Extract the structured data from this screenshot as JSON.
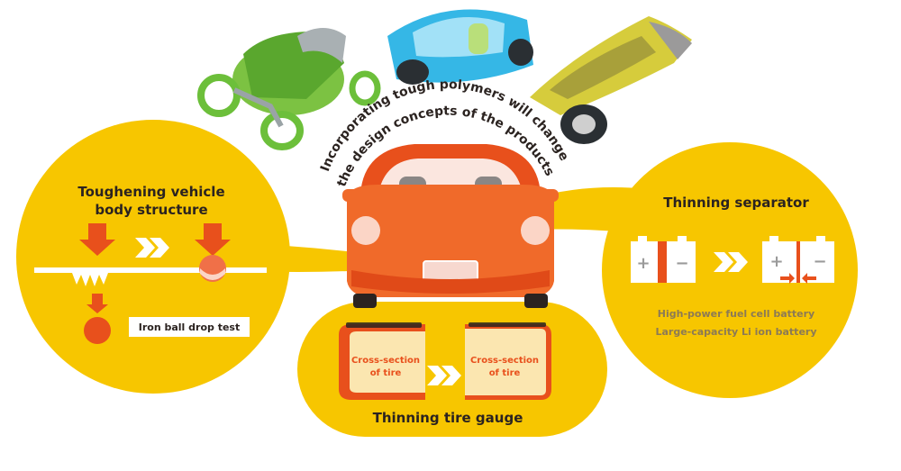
{
  "headline": {
    "line1": "Incorporating tough polymers will change",
    "line2": "the design concepts of the products"
  },
  "body_structure": {
    "title_line1": "Toughening vehicle",
    "title_line2": "body structure",
    "test_label": "Iron ball drop test"
  },
  "separator": {
    "title": "Thinning separator",
    "plus": "+",
    "minus": "−",
    "note_line1": "High-power fuel cell battery",
    "note_line2": "Large-capacity Li ion battery"
  },
  "tire": {
    "title": "Thinning tire gauge",
    "cross_section_line1": "Cross-section",
    "cross_section_line2": "of tire"
  },
  "colors": {
    "yellow": "#f7c600",
    "orange_red": "#e8501c",
    "car_orange": "#f06a2a",
    "text_dark": "#2b2320",
    "chevron": "#ffffff"
  }
}
